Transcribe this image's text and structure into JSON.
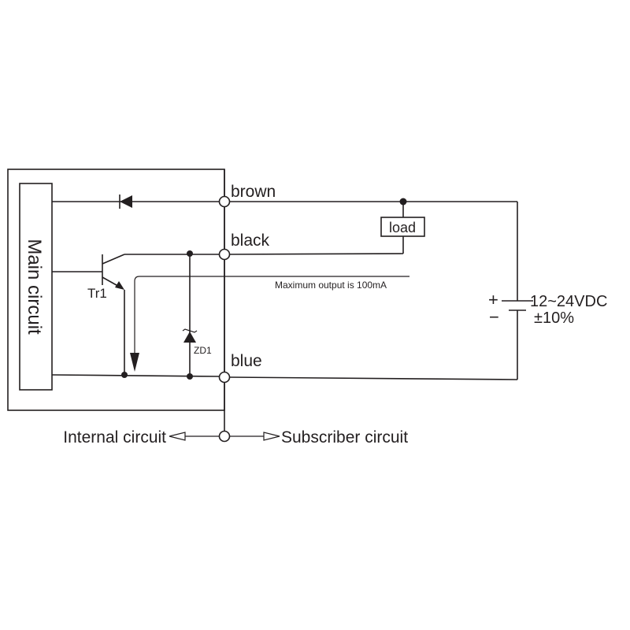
{
  "diagram": {
    "main_circuit_label": "Main circuit",
    "wires": {
      "brown": "brown",
      "black": "black",
      "blue": "blue"
    },
    "load_label": "load",
    "transistor_label": "Tr1",
    "zener_label": "ZD1",
    "max_output_note": "Maximum output is 100mA",
    "supply": {
      "plus": "+",
      "minus": "−",
      "voltage": "12~24VDC",
      "tolerance": "±10%"
    },
    "internal_circuit_label": "Internal circuit",
    "subscriber_circuit_label": "Subscriber circuit"
  }
}
